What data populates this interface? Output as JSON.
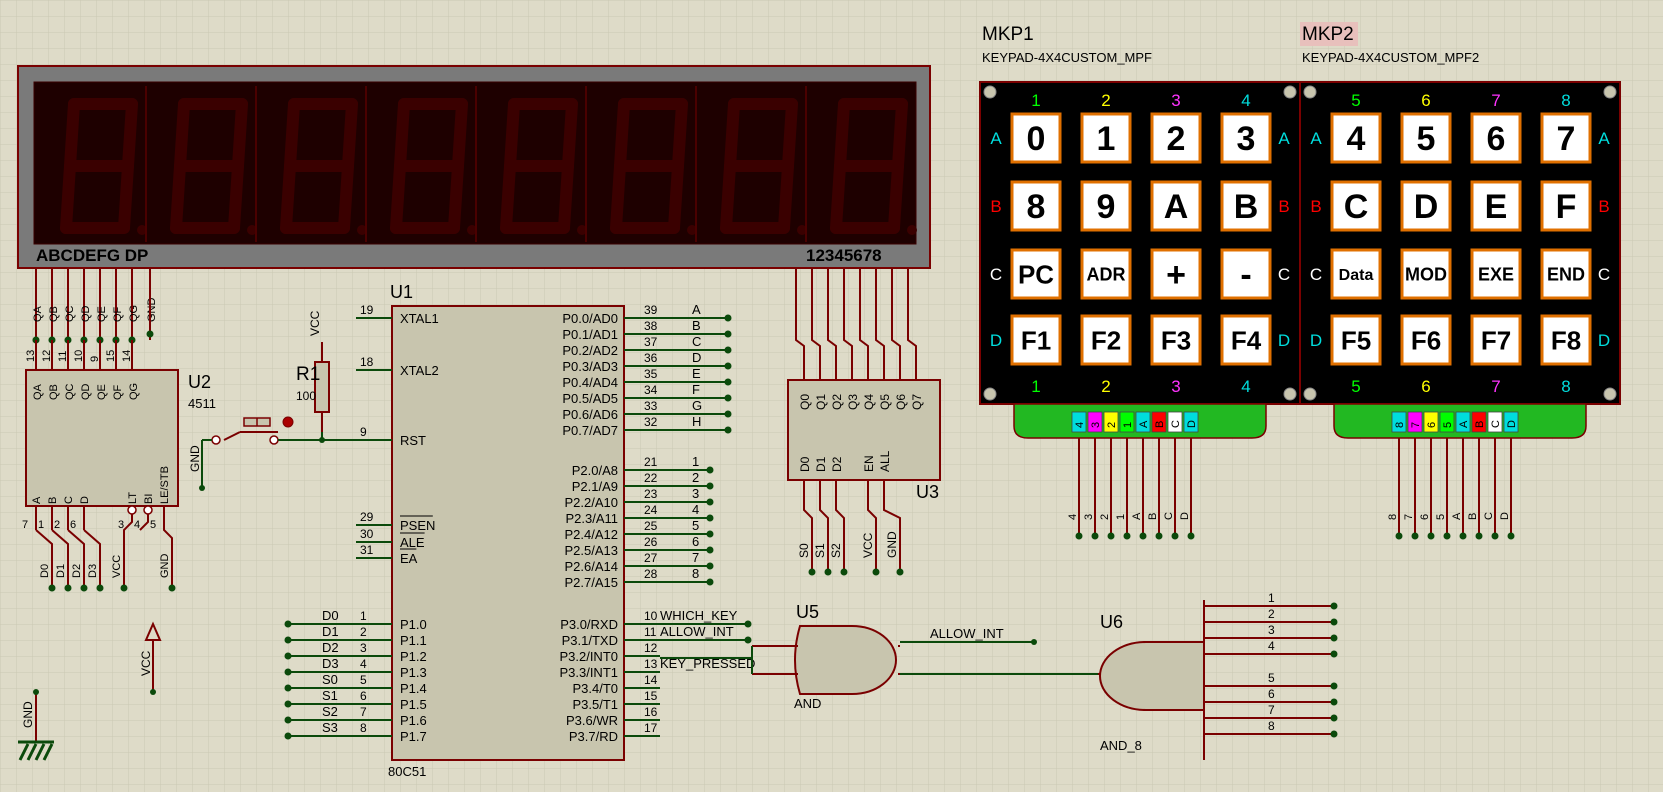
{
  "display": {
    "segment_label": "ABCDEFG  DP",
    "digit_label": "12345678",
    "top_pins": [
      "QA",
      "QB",
      "QC",
      "QD",
      "QE",
      "QF",
      "QG",
      "GND"
    ]
  },
  "u2": {
    "name": "U2",
    "part": "4511",
    "top_pins": [
      {
        "num": "13",
        "name": "QA"
      },
      {
        "num": "12",
        "name": "QB"
      },
      {
        "num": "11",
        "name": "QC"
      },
      {
        "num": "10",
        "name": "QD"
      },
      {
        "num": "9",
        "name": "QE"
      },
      {
        "num": "15",
        "name": "QF"
      },
      {
        "num": "14",
        "name": "QG"
      }
    ],
    "bottom_pins": [
      {
        "num": "7",
        "name": "A",
        "net": "D0"
      },
      {
        "num": "1",
        "name": "B",
        "net": "D1"
      },
      {
        "num": "2",
        "name": "C",
        "net": "D2"
      },
      {
        "num": "6",
        "name": "D",
        "net": "D3"
      },
      {
        "num": "3",
        "name": "LT",
        "net": "VCC"
      },
      {
        "num": "4",
        "name": "BI",
        "net": ""
      },
      {
        "num": "5",
        "name": "LE/STB",
        "net": "GND"
      }
    ]
  },
  "r1": {
    "name": "R1",
    "value": "100",
    "vcc": "VCC",
    "gnd": "GND"
  },
  "u1": {
    "name": "U1",
    "part": "80C51",
    "left_pins": [
      {
        "num": "19",
        "name": "XTAL1",
        "net": ""
      },
      {
        "num": "18",
        "name": "XTAL2",
        "net": ""
      },
      {
        "num": "9",
        "name": "RST",
        "net": ""
      },
      {
        "num": "29",
        "name": "PSEN",
        "net": ""
      },
      {
        "num": "30",
        "name": "ALE",
        "net": ""
      },
      {
        "num": "31",
        "name": "EA",
        "net": ""
      },
      {
        "num": "1",
        "name": "P1.0",
        "net": "D0"
      },
      {
        "num": "2",
        "name": "P1.1",
        "net": "D1"
      },
      {
        "num": "3",
        "name": "P1.2",
        "net": "D2"
      },
      {
        "num": "4",
        "name": "P1.3",
        "net": "D3"
      },
      {
        "num": "5",
        "name": "P1.4",
        "net": "S0"
      },
      {
        "num": "6",
        "name": "P1.5",
        "net": "S1"
      },
      {
        "num": "7",
        "name": "P1.6",
        "net": "S2"
      },
      {
        "num": "8",
        "name": "P1.7",
        "net": "S3"
      }
    ],
    "right_pins": [
      {
        "num": "39",
        "name": "P0.0/AD0",
        "net": "A"
      },
      {
        "num": "38",
        "name": "P0.1/AD1",
        "net": "B"
      },
      {
        "num": "37",
        "name": "P0.2/AD2",
        "net": "C"
      },
      {
        "num": "36",
        "name": "P0.3/AD3",
        "net": "D"
      },
      {
        "num": "35",
        "name": "P0.4/AD4",
        "net": "E"
      },
      {
        "num": "34",
        "name": "P0.5/AD5",
        "net": "F"
      },
      {
        "num": "33",
        "name": "P0.6/AD6",
        "net": "G"
      },
      {
        "num": "32",
        "name": "P0.7/AD7",
        "net": "H"
      },
      {
        "num": "21",
        "name": "P2.0/A8",
        "net": "1"
      },
      {
        "num": "22",
        "name": "P2.1/A9",
        "net": "2"
      },
      {
        "num": "23",
        "name": "P2.2/A10",
        "net": "3"
      },
      {
        "num": "24",
        "name": "P2.3/A11",
        "net": "4"
      },
      {
        "num": "25",
        "name": "P2.4/A12",
        "net": "5"
      },
      {
        "num": "26",
        "name": "P2.5/A13",
        "net": "6"
      },
      {
        "num": "27",
        "name": "P2.6/A14",
        "net": "7"
      },
      {
        "num": "28",
        "name": "P2.7/A15",
        "net": "8"
      },
      {
        "num": "10",
        "name": "P3.0/RXD",
        "net": "WHICH_KEY"
      },
      {
        "num": "11",
        "name": "P3.1/TXD",
        "net": "ALLOW_INT"
      },
      {
        "num": "12",
        "name": "P3.2/INT0",
        "net": ""
      },
      {
        "num": "13",
        "name": "P3.3/INT1",
        "net": "KEY_PRESSED"
      },
      {
        "num": "14",
        "name": "P3.4/T0",
        "net": ""
      },
      {
        "num": "15",
        "name": "P3.5/T1",
        "net": ""
      },
      {
        "num": "16",
        "name": "P3.6/WR",
        "net": ""
      },
      {
        "num": "17",
        "name": "P3.7/RD",
        "net": ""
      }
    ]
  },
  "u3": {
    "name": "U3",
    "top_pins": [
      "Q0",
      "Q1",
      "Q2",
      "Q3",
      "Q4",
      "Q5",
      "Q6",
      "Q7"
    ],
    "bottom_pins": [
      {
        "name": "D0",
        "net": "S0"
      },
      {
        "name": "D1",
        "net": "S1"
      },
      {
        "name": "D2",
        "net": "S2"
      },
      {
        "name": "EN",
        "net": "VCC"
      },
      {
        "name": "ALL",
        "net": "GND"
      }
    ]
  },
  "u5": {
    "name": "U5",
    "type": "AND",
    "net": "ALLOW_INT"
  },
  "u6": {
    "name": "U6",
    "type": "AND_8",
    "inputs": [
      "1",
      "2",
      "3",
      "4",
      "5",
      "6",
      "7",
      "8"
    ]
  },
  "power": {
    "vcc": "VCC",
    "gnd": "GND"
  },
  "mkp1": {
    "name": "MKP1",
    "part": "KEYPAD-4X4CUSTOM_MPF",
    "cols": [
      "1",
      "2",
      "3",
      "4"
    ],
    "rows": [
      "A",
      "B",
      "C",
      "D"
    ],
    "keys": [
      [
        "0",
        "1",
        "2",
        "3"
      ],
      [
        "8",
        "9",
        "A",
        "B"
      ],
      [
        "PC",
        "ADR",
        "+",
        "-"
      ],
      [
        "F1",
        "F2",
        "F3",
        "F4"
      ]
    ],
    "connector": [
      "4",
      "3",
      "2",
      "1",
      "A",
      "B",
      "C",
      "D"
    ]
  },
  "mkp2": {
    "name": "MKP2",
    "part": "KEYPAD-4X4CUSTOM_MPF2",
    "cols": [
      "5",
      "6",
      "7",
      "8"
    ],
    "rows": [
      "A",
      "B",
      "C",
      "D"
    ],
    "keys": [
      [
        "4",
        "5",
        "6",
        "7"
      ],
      [
        "C",
        "D",
        "E",
        "F"
      ],
      [
        "Data",
        "MOD",
        "EXE",
        "END"
      ],
      [
        "F5",
        "F6",
        "F7",
        "F8"
      ]
    ],
    "connector": [
      "8",
      "7",
      "6",
      "5",
      "A",
      "B",
      "C",
      "D"
    ]
  },
  "colors": {
    "background": "#dedbc8",
    "grid": "#cfccb8",
    "wire": "#0b4a0b",
    "body": "#c8c5ae",
    "outline": "#7a0000",
    "lcd_bezel": "#7a7a7a",
    "segment_off": "#3a0000",
    "keypad": "#000000",
    "key_border": "#e07000",
    "connector": "#22b822",
    "col_colors": [
      "#00ff00",
      "#ffff00",
      "#ff33ff",
      "#00dddd"
    ],
    "row_colors": [
      "#00dddd",
      "#ff0000",
      "#ffffff",
      "#00dddd"
    ],
    "connector_colors": [
      "#00dddd",
      "#ff00ff",
      "#ffff00",
      "#00ff00",
      "#00dddd",
      "#ff0000",
      "#ffffff",
      "#00dddd"
    ]
  }
}
